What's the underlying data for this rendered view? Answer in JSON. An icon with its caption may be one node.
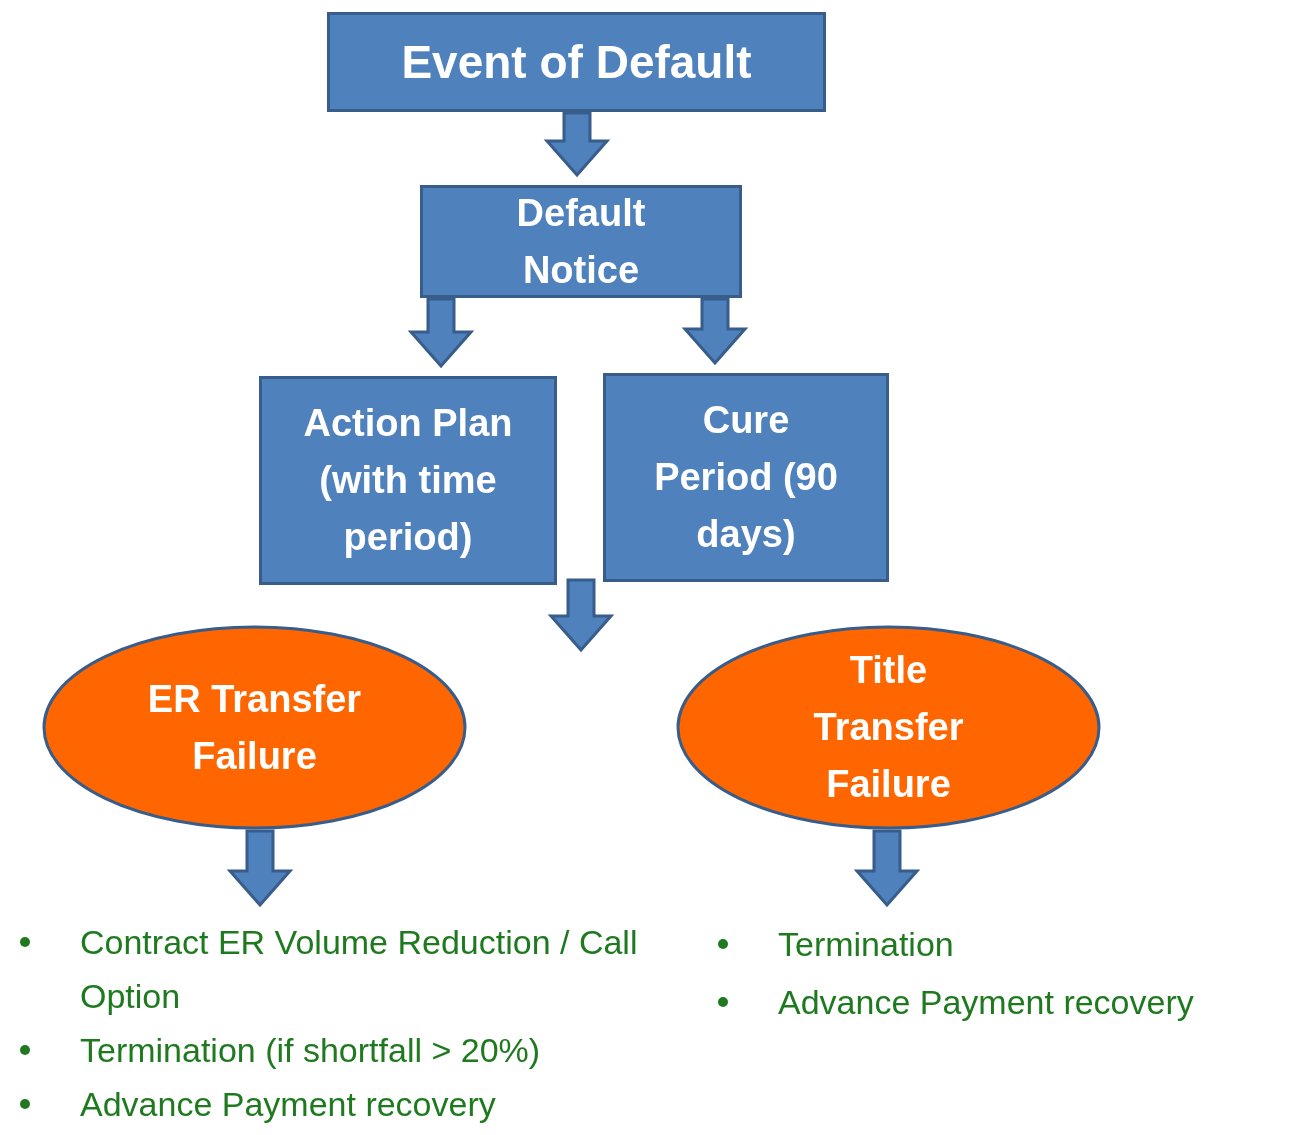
{
  "diagram": {
    "nodes": [
      {
        "text": [
          "Event of Default"
        ]
      },
      {
        "text": [
          "Default Notice"
        ]
      },
      {
        "text": [
          "Action Plan (with time period)"
        ]
      },
      {
        "text": [
          "Cure Period (90 days)"
        ]
      },
      {
        "text": [
          "ER Transfer Failure"
        ]
      },
      {
        "text": [
          "Title Transfer Failure"
        ]
      },
      {
        "text": [
          "Contract ER Volume Reduction / Call Option",
          "Termination (if shortfall > 20%)",
          "Advance Payment recovery"
        ]
      },
      {
        "text": [
          "Termination",
          "Advance Payment recovery"
        ]
      }
    ],
    "edges": [
      {
        "from": 0,
        "to": 1,
        "arrow": "to"
      },
      {
        "from": 1,
        "to": 2,
        "arrow": "to"
      },
      {
        "from": 1,
        "to": 3,
        "arrow": "to"
      },
      {
        "from": 4,
        "to": 6,
        "arrow": "to"
      },
      {
        "from": 5,
        "to": 7,
        "arrow": "to"
      },
      {
        "from": 2,
        "to": null,
        "arrow": "to"
      },
      {
        "from": 3,
        "to": null,
        "arrow": "to"
      }
    ]
  }
}
